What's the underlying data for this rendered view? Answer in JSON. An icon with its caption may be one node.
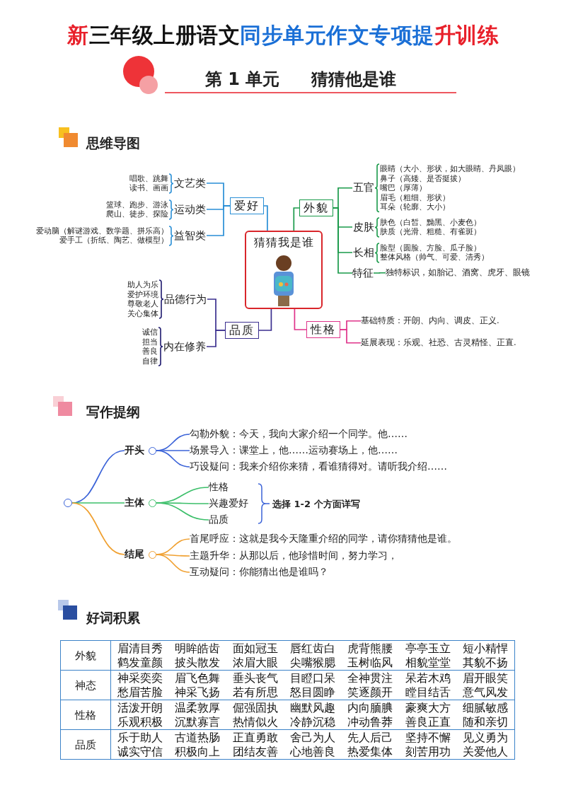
{
  "diagram": {
    "title": "新三年级上册语文同步单元作文专项提升训练",
    "nodes": [
      {
        "text": [
          "猜猜我是谁"
        ]
      },
      {
        "text": [
          "爱好"
        ]
      },
      {
        "text": [
          "唱歌、跳舞",
          "读书、画画",
          "文艺类"
        ]
      },
      {
        "text": [
          "篮球、跑步、游泳",
          "爬山、徒步、探险",
          "运动类"
        ]
      },
      {
        "text": [
          "爱动脑（解谜游戏、数学题、拼乐高）",
          "爱手工（折纸、陶艺、做模型）",
          "益智类"
        ]
      },
      {
        "text": [
          "外貌"
        ]
      },
      {
        "text": [
          "五官",
          "眼睛（大小、形状，如大眼睛、丹凤眼）",
          "鼻子（高矮、是否挺拔）",
          "嘴巴（厚薄）",
          "眉毛（粗细、形状）",
          "耳朵（轮廓、大小）"
        ]
      },
      {
        "text": [
          "皮肤",
          "肤色（白皙、黝黑、小麦色）",
          "肤质（光滑、粗糙、有雀斑）"
        ]
      },
      {
        "text": [
          "长相",
          "脸型（圆脸、方脸、瓜子脸）",
          "整体风格（帅气、可爱、清秀）"
        ]
      },
      {
        "text": [
          "特征"
        ]
      },
      {
        "text": [
          "独特标识，如胎记、酒窝、虎牙、眼镜"
        ]
      },
      {
        "text": [
          "性格"
        ]
      },
      {
        "text": [
          "基础特质：开朗、内向、调皮、正义."
        ]
      },
      {
        "text": [
          "延展表现：乐观、社恐、古灵精怪、正直."
        ]
      },
      {
        "text": [
          "品质"
        ]
      },
      {
        "text": [
          "助人为乐",
          "爱护环境",
          "尊敬老人",
          "关心集体",
          "品德行为"
        ]
      },
      {
        "text": [
          "诚信",
          "担当",
          "善良",
          "自律",
          "内在修养"
        ]
      },
      {
        "text": [],
        "shape": "circle"
      },
      {
        "text": [
          "开头"
        ]
      },
      {
        "text": [
          "勾勒外貌：今天，我向大家介绍一个同学。他……"
        ]
      },
      {
        "text": [
          "场景导入：课堂上，他……运动赛场上，他……"
        ]
      },
      {
        "text": [
          "巧设疑问：我来介绍你来猜，看谁猜得对。请听我介绍……"
        ]
      },
      {
        "text": [
          "主体"
        ]
      },
      {
        "text": [
          "性格"
        ]
      },
      {
        "text": [
          "兴趣爱好"
        ]
      },
      {
        "text": [
          "品质"
        ]
      },
      {
        "text": [
          "结尾"
        ]
      },
      {
        "text": [
          "首尾呼应：这就是我今天隆重介绍的同学，请你猜猜他是谁。"
        ]
      },
      {
        "text": [
          "主题升华：从那以后，他珍惜时间，努力学习，"
        ]
      },
      {
        "text": [
          "互动疑问：你能猜出他是谁吗？"
        ]
      }
    ],
    "edges": [
      {
        "from": 0,
        "to": 1,
        "arrow": "none",
        "color": "#2a8fd6"
      },
      {
        "from": 1,
        "to": 2,
        "arrow": "none",
        "color": "#2a8fd6"
      },
      {
        "from": 1,
        "to": 3,
        "arrow": "none",
        "color": "#2a8fd6"
      },
      {
        "from": 1,
        "to": 4,
        "arrow": "none",
        "color": "#2a8fd6"
      },
      {
        "from": 0,
        "to": 5,
        "arrow": "none",
        "color": "#1a9a4a"
      },
      {
        "from": 5,
        "to": 6,
        "arrow": "none",
        "color": "#1a9a4a"
      },
      {
        "from": 5,
        "to": 7,
        "arrow": "none",
        "color": "#1a9a4a"
      },
      {
        "from": 5,
        "to": 8,
        "arrow": "none",
        "color": "#1a9a4a"
      },
      {
        "from": 5,
        "to": 9,
        "arrow": "none",
        "color": "#1a9a4a"
      },
      {
        "from": 9,
        "to": 10,
        "arrow": "none",
        "color": "#1a9a4a"
      },
      {
        "from": 0,
        "to": 11,
        "arrow": "none",
        "color": "#e0338a"
      },
      {
        "from": 11,
        "to": 12,
        "arrow": "none",
        "color": "#e0338a"
      },
      {
        "from": 11,
        "to": 13,
        "arrow": "none",
        "color": "#e0338a"
      },
      {
        "from": 0,
        "to": 14,
        "arrow": "none",
        "color": "#3b2f8f"
      },
      {
        "from": 14,
        "to": 15,
        "arrow": "none",
        "color": "#3b2f8f"
      },
      {
        "from": 14,
        "to": 16,
        "arrow": "none",
        "color": "#3b2f8f"
      },
      {
        "from": 17,
        "to": 18,
        "arrow": "none",
        "color": "#3b63d8"
      },
      {
        "from": 18,
        "to": 19,
        "arrow": "none",
        "color": "#3b63d8"
      },
      {
        "from": 18,
        "to": 20,
        "arrow": "none",
        "color": "#3b63d8"
      },
      {
        "from": 18,
        "to": 21,
        "arrow": "none",
        "color": "#3b63d8"
      },
      {
        "from": 17,
        "to": 22,
        "arrow": "none",
        "color": "#3cbf6a"
      },
      {
        "from": 22,
        "to": 23,
        "arrow": "none",
        "color": "#3cbf6a"
      },
      {
        "from": 22,
        "to": 24,
        "arrow": "none",
        "color": "#3cbf6a"
      },
      {
        "from": 22,
        "to": 25,
        "arrow": "none",
        "color": "#3cbf6a"
      },
      {
        "from": 17,
        "to": 26,
        "arrow": "none",
        "color": "#f0a030"
      },
      {
        "from": 26,
        "to": 27,
        "arrow": "none",
        "color": "#f0a030"
      },
      {
        "from": 26,
        "to": 28,
        "arrow": "none",
        "color": "#f0a030"
      },
      {
        "from": 26,
        "to": 29,
        "arrow": "none",
        "color": "#f0a030"
      }
    ],
    "labels": [
      "第 1 单元",
      "猜猜他是谁",
      "思维导图",
      "写作提纲",
      "选择 1-2 个方面详写",
      "好词积累",
      "外貌",
      "眉清目秀",
      "明眸皓齿",
      "面如冠玉",
      "唇红齿白",
      "虎背熊腰",
      "亭亭玉立",
      "短小精悍",
      "鹤发童颜",
      "披头散发",
      "浓眉大眼",
      "尖嘴猴腮",
      "玉树临风",
      "相貌堂堂",
      "其貌不扬",
      "神态",
      "神采奕奕",
      "眉飞色舞",
      "垂头丧气",
      "目瞪口呆",
      "全神贯注",
      "呆若木鸡",
      "眉开眼笑",
      "愁眉苦脸",
      "神采飞扬",
      "若有所思",
      "怒目圆睁",
      "笑逐颜开",
      "瞠目结舌",
      "意气风发",
      "性格",
      "活泼开朗",
      "温柔敦厚",
      "倔强固执",
      "幽默风趣",
      "内向腼腆",
      "豪爽大方",
      "细腻敏感",
      "乐观积极",
      "沉默寡言",
      "热情似火",
      "冷静沉稳",
      "冲动鲁莽",
      "善良正直",
      "随和亲切",
      "品质",
      "乐于助人",
      "古道热肠",
      "正直勇敢",
      "舍己为人",
      "先人后己",
      "坚持不懈",
      "见义勇为",
      "诚实守信",
      "积极向上",
      "团结友善",
      "心地善良",
      "热爱集体",
      "刻苦用功",
      "关爱他人"
    ]
  }
}
